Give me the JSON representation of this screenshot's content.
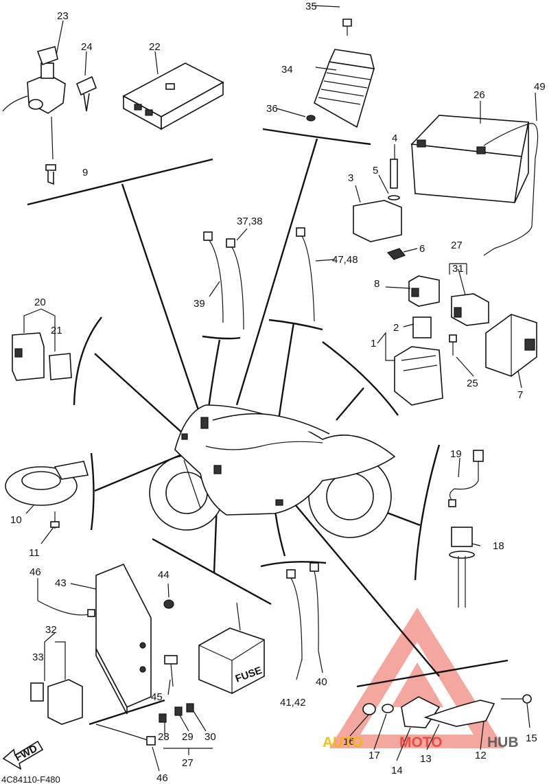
{
  "diagram": {
    "code": "4C84110-F480",
    "fwd_label": "FWD",
    "fuse_label": "FUSE",
    "callouts": {
      "c1": "1",
      "c2": "2",
      "c3": "3",
      "c4": "4",
      "c5": "5",
      "c6": "6",
      "c7": "7",
      "c8": "8",
      "c9": "9",
      "c10": "10",
      "c11": "11",
      "c12": "12",
      "c13": "13",
      "c14": "14",
      "c15": "15",
      "c16": "16",
      "c17": "17",
      "c18": "18",
      "c19": "19",
      "c20": "20",
      "c21": "21",
      "c22": "22",
      "c23": "23",
      "c24": "24",
      "c25": "25",
      "c26": "26",
      "c27a": "27",
      "c27b": "27",
      "c28": "28",
      "c29": "29",
      "c30": "30",
      "c31": "31",
      "c32": "32",
      "c33": "33",
      "c34": "34",
      "c35": "35",
      "c36": "36",
      "c3738": "37,38",
      "c39": "39",
      "c40": "40",
      "c4142": "41,42",
      "c43": "43",
      "c44": "44",
      "c45": "45",
      "c46a": "46",
      "c46b": "46",
      "c4748": "47,48",
      "c49": "49"
    }
  },
  "watermark": {
    "part1": "AUTO",
    "part2": "MOTO",
    "part3": "HUB",
    "colors": {
      "triangle": "#f08a80",
      "auto": "#f5b800",
      "moto": "#e8423a",
      "hub": "#555555"
    }
  }
}
